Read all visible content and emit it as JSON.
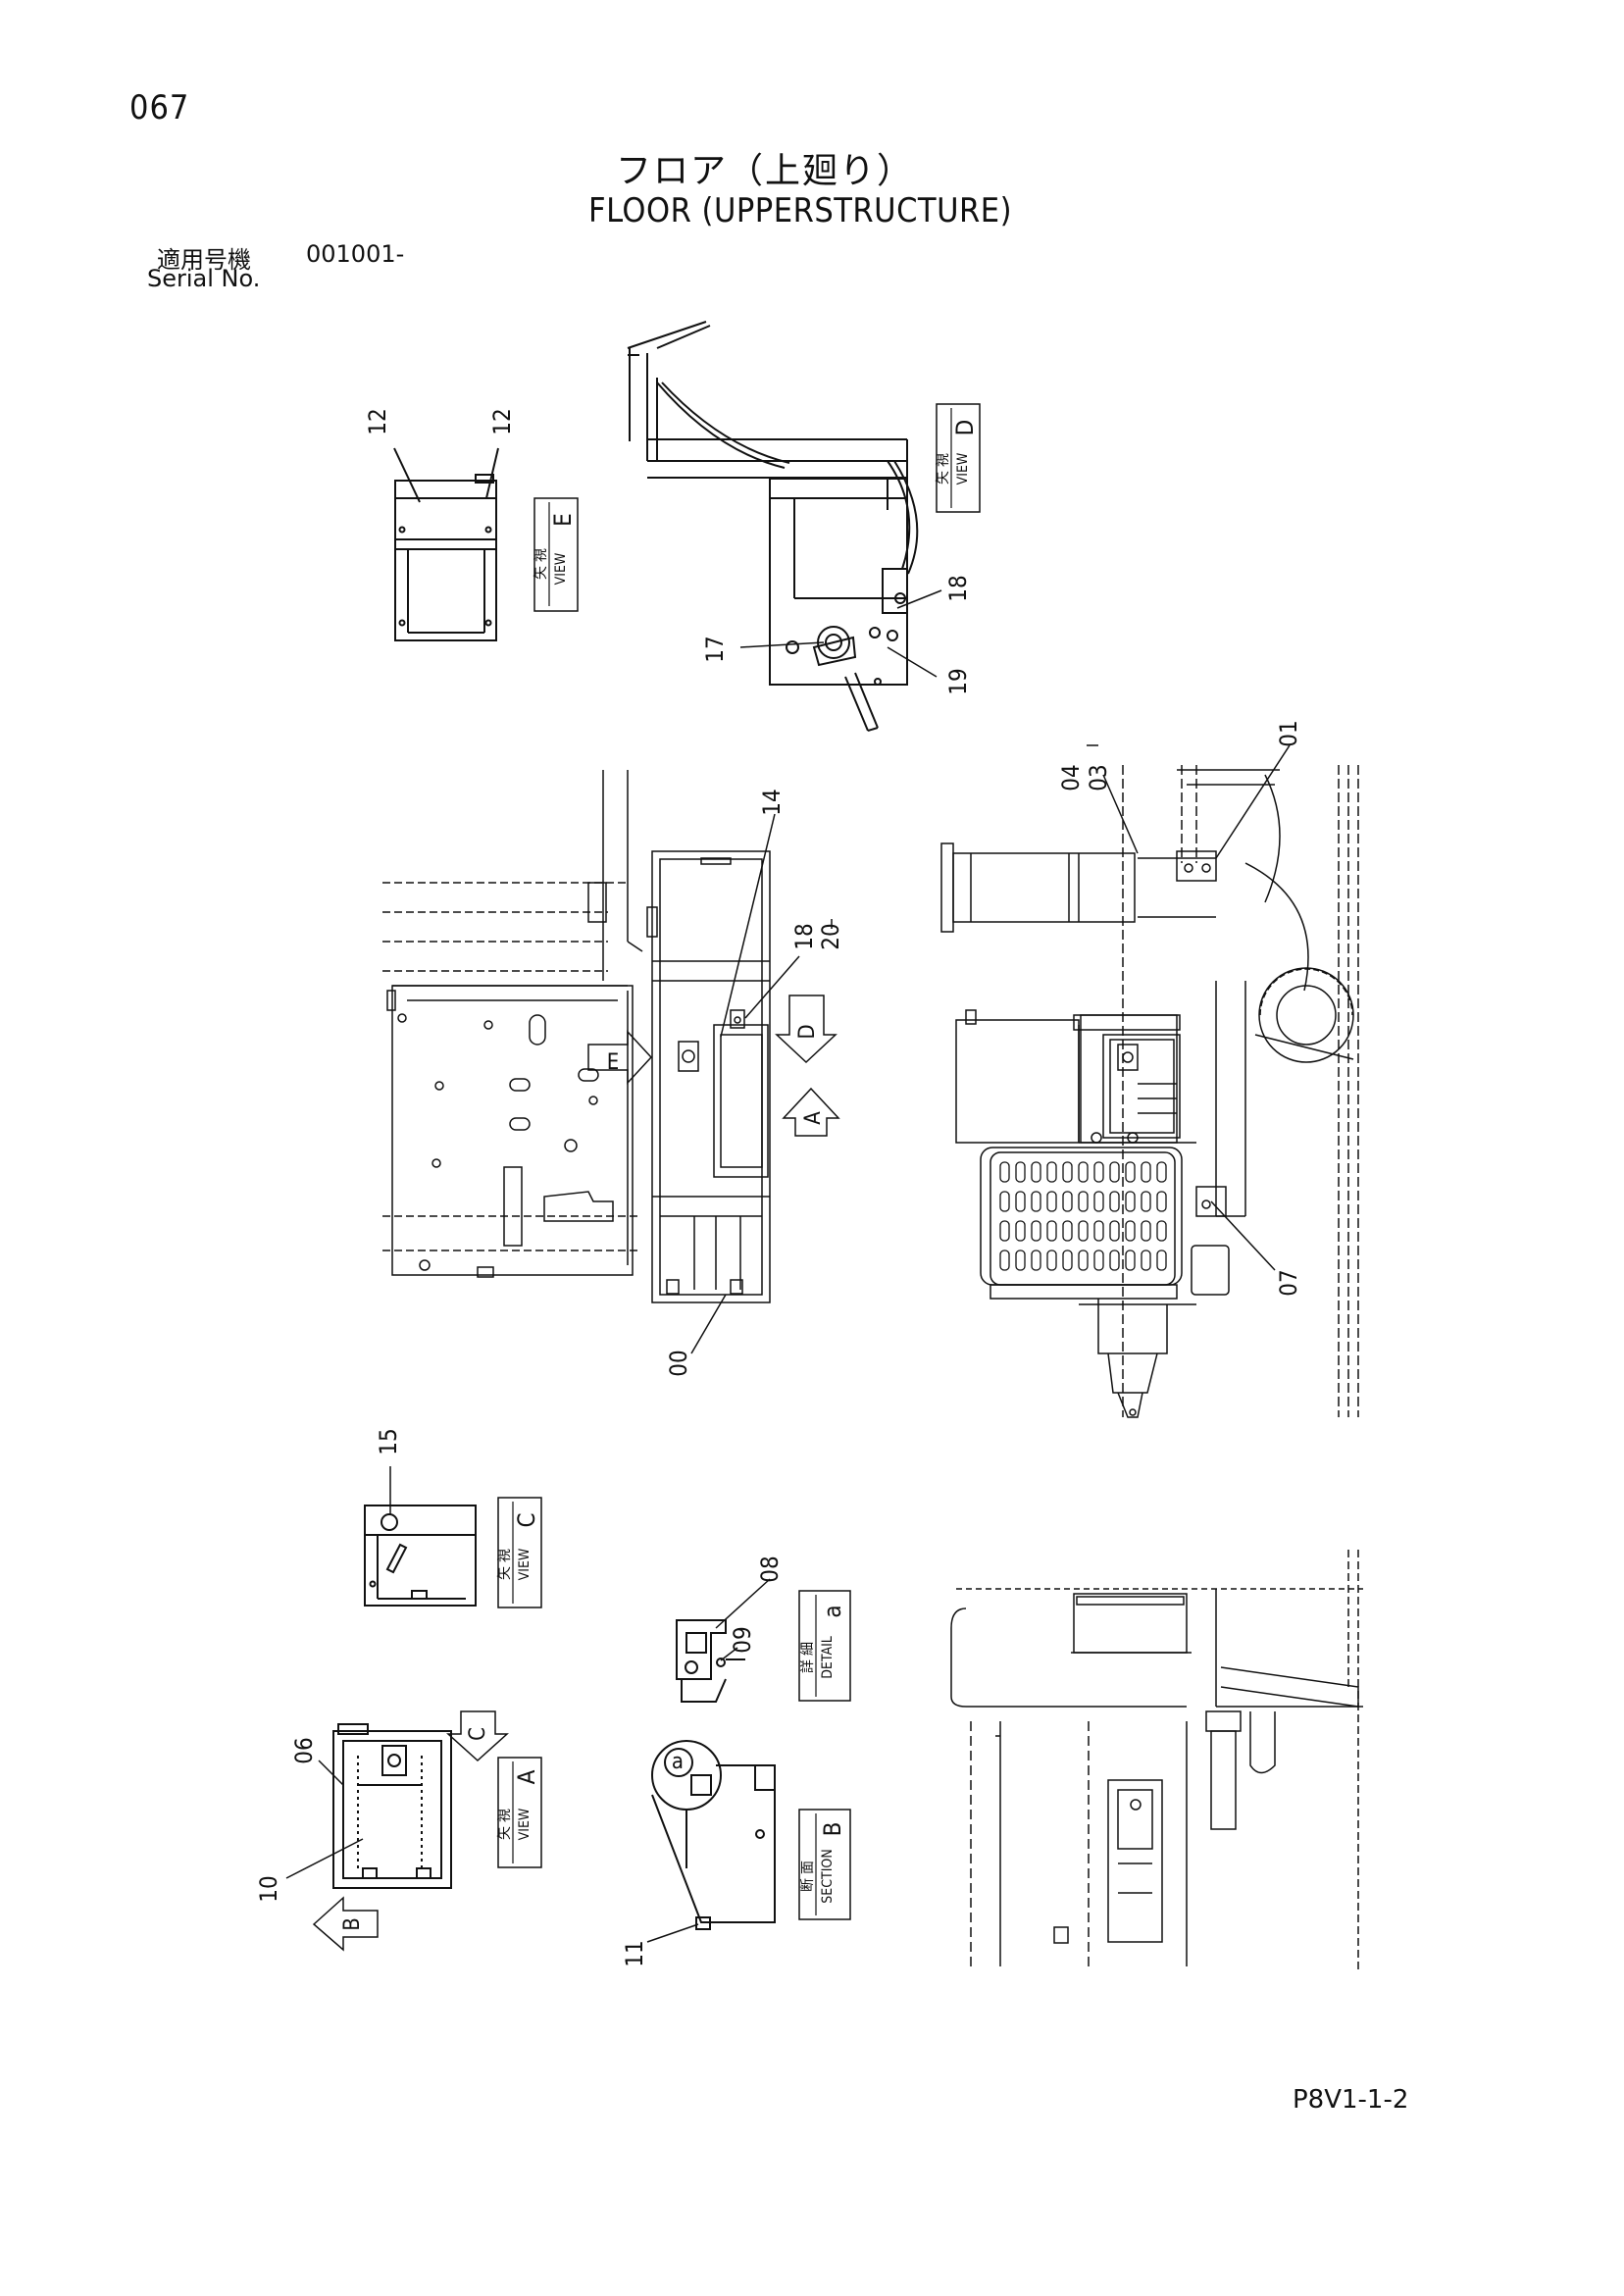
{
  "page_number": "067",
  "title_jp": "フロア（上廻り）",
  "title_en": "FLOOR (UPPERSTRUCTURE)",
  "serial": {
    "label_jp": "適用号機",
    "value": "001001-",
    "label_en": "Serial No."
  },
  "doc_code": "P8V1-1-2",
  "views": {
    "view_e": {
      "jp": "矢 視",
      "en": "VIEW",
      "letter": "E"
    },
    "view_d": {
      "jp": "矢 視",
      "en": "VIEW",
      "letter": "D"
    },
    "view_c": {
      "jp": "矢 視",
      "en": "VIEW",
      "letter": "C"
    },
    "view_a": {
      "jp": "矢 視",
      "en": "VIEW",
      "letter": "A"
    },
    "detail_a": {
      "jp": "詳 細",
      "en": "DETAIL",
      "letter": "a"
    },
    "section_b": {
      "jp": "断 面",
      "en": "SECTION",
      "letter": "B"
    }
  },
  "arrow_letters": {
    "e": "E",
    "d": "D",
    "a": "A",
    "c": "C",
    "b": "B",
    "detail_circle": "a"
  },
  "callouts": {
    "c12a": "12",
    "c12b": "12",
    "c17": "17",
    "c18a": "18",
    "c19": "19",
    "c14": "14",
    "c18b": "18",
    "c20": "20",
    "c04": "04",
    "c03": "03",
    "c01": "01",
    "c07": "07",
    "c00": "00",
    "c15": "15",
    "c08": "08",
    "c09": "09",
    "c06": "06",
    "c10": "10",
    "c11": "11"
  }
}
